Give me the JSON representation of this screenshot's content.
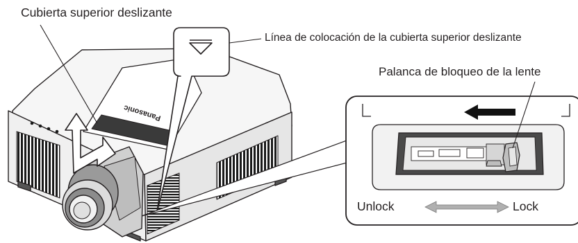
{
  "labels": {
    "sliding_top_cover": "Cubierta superior deslizante",
    "cover_position_line": "Línea de colocación de la cubierta superior deslizante",
    "lens_lock_lever": "Palanca de bloqueo de la lente",
    "unlock": "Unlock",
    "lock": "Lock"
  },
  "projector": {
    "brand_text": "Panasonic"
  },
  "colors": {
    "outline": "#231f20",
    "body": "#f4f4f4",
    "shade": "#d9d9d9",
    "dark": "#1a1a1a"
  }
}
